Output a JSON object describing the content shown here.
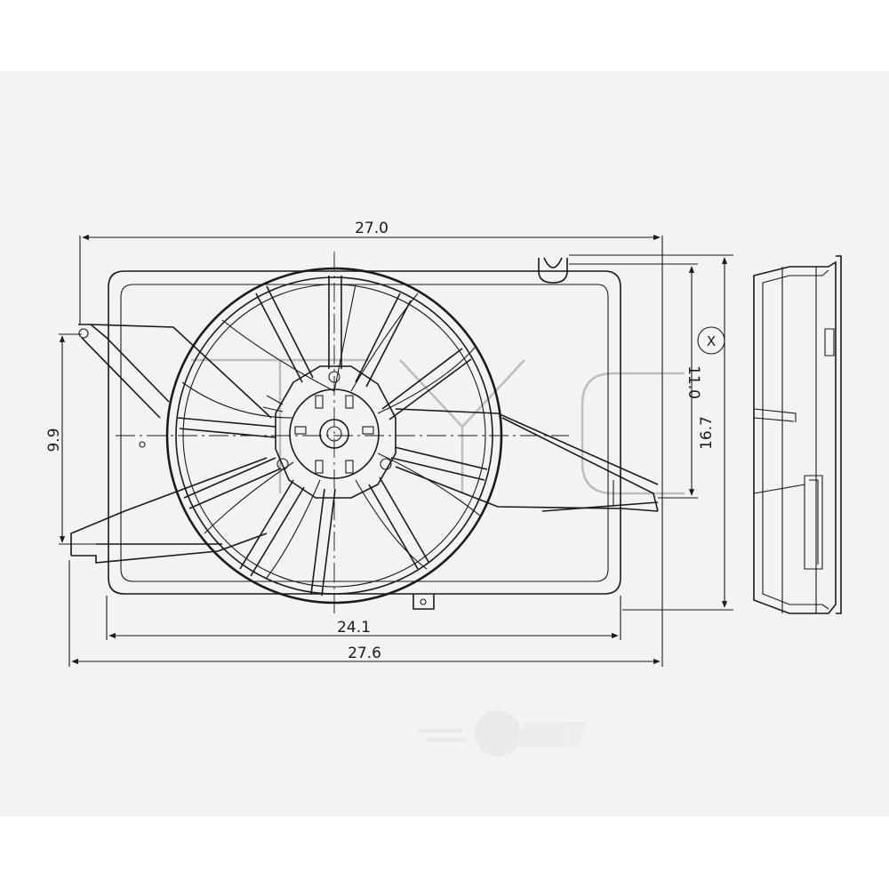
{
  "drawing": {
    "dimensions": {
      "overall_width_top": "27.0",
      "overall_width_bottom": "27.6",
      "shroud_width": "24.1",
      "left_mount_height": "9.9",
      "right_height": "11.0",
      "overall_height": "16.7"
    },
    "callout_marker": "X",
    "watermark": "TYC"
  }
}
